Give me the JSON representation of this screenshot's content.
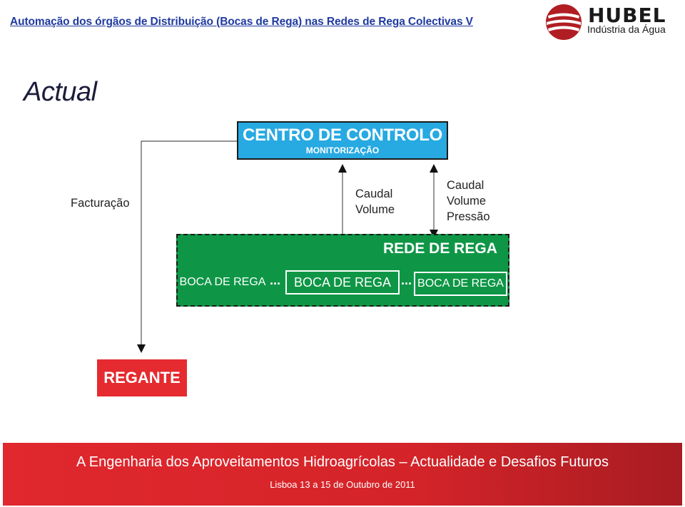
{
  "header": {
    "title": "Automação dos órgãos de Distribuição (Bocas de Rega) nas Redes de Rega Colectivas  V"
  },
  "logo": {
    "word": "HUBEL",
    "subtitle": "Indústria da Água",
    "colors": {
      "mark": "#b01e23",
      "text": "#1a1a1a"
    }
  },
  "slide": {
    "title": "Actual"
  },
  "diagram": {
    "centro": {
      "title": "CENTRO DE CONTROLO",
      "subtitle": "MONITORIZAÇÃO",
      "color": "#27a9e1"
    },
    "labels": {
      "facturacao": "Facturação",
      "flow_up": [
        "Caudal",
        "Volume"
      ],
      "flow_down": [
        "Caudal",
        "Volume",
        "Pressão"
      ]
    },
    "rede": {
      "title": "REDE DE REGA",
      "color": "#0e9646",
      "bocas": [
        "BOCA DE REGA",
        "BOCA DE REGA",
        "BOCA DE REGA"
      ],
      "separator": "..."
    },
    "regante": {
      "label": "REGANTE",
      "color": "#e52b2f"
    }
  },
  "footer": {
    "line1": "A Engenharia dos Aproveitamentos Hidroagrícolas – Actualidade e Desafios Futuros",
    "line2": "Lisboa 13 a 15 de Outubro de 2011"
  }
}
